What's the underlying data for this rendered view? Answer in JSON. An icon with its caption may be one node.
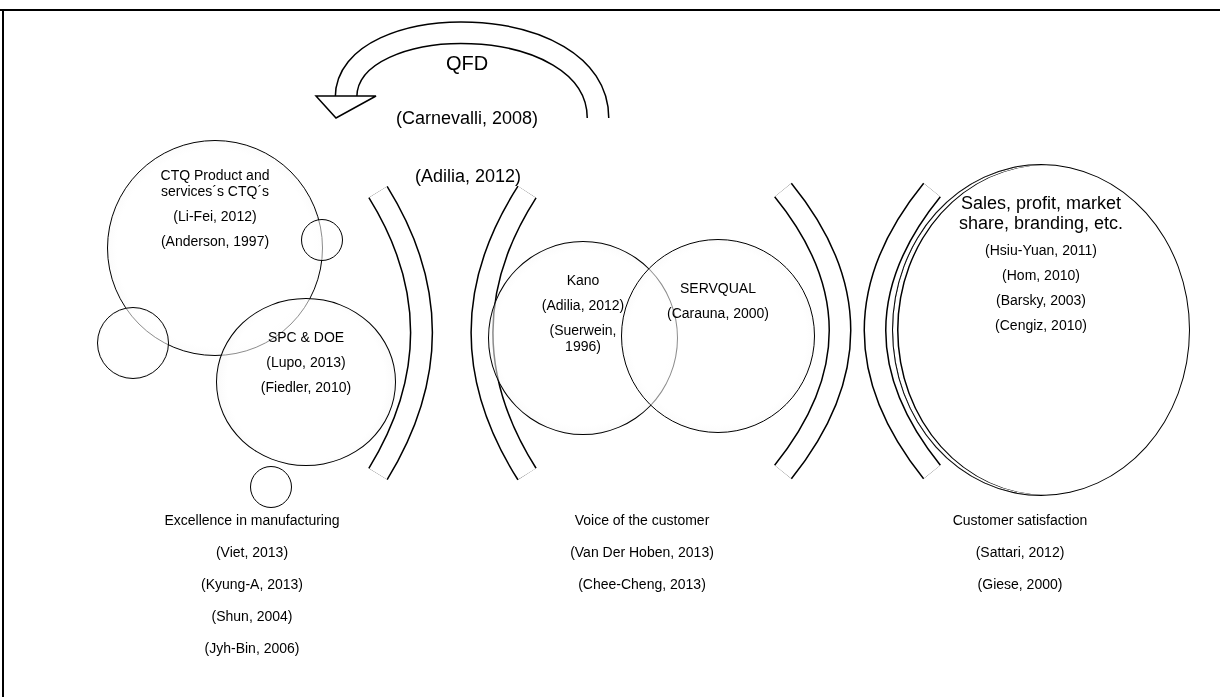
{
  "diagram": {
    "nodes": [
      {
        "text": [
          "CTQ Product and services´s CTQ´s",
          "(Li-Fei, 2012)",
          "(Anderson, 1997)"
        ]
      },
      {
        "text": [
          "SPC & DOE",
          "(Lupo, 2013)",
          "(Fiedler, 2010)"
        ]
      },
      {
        "text": [],
        "shape": "circle"
      },
      {
        "text": [],
        "shape": "circle"
      },
      {
        "text": [],
        "shape": "circle"
      },
      {
        "text": [
          "Kano",
          "(Adilia, 2012)",
          "(Suerwein, 1996)"
        ]
      },
      {
        "text": [
          "SERVQUAL",
          "(Carauna, 2000)"
        ]
      },
      {
        "text": [
          "Sales, profit, market share, branding, etc.",
          "(Hsiu-Yuan, 2011)",
          "(Hom, 2010)",
          "(Barsky, 2003)",
          "(Cengiz, 2010)"
        ]
      }
    ],
    "edges": [],
    "labels": [
      "QFD",
      "(Carnevalli, 2008)",
      "(Adilia, 2012)",
      "Excellence in manufacturing",
      "(Viet, 2013)",
      "(Kyung-A, 2013)",
      "(Shun, 2004)",
      "(Jyh-Bin, 2006)",
      "Voice of the customer",
      "(Van Der Hoben, 2013)",
      "(Chee-Cheng, 2013)",
      "Customer satisfaction",
      "(Sattari, 2012)",
      "(Giese, 2000)"
    ]
  }
}
